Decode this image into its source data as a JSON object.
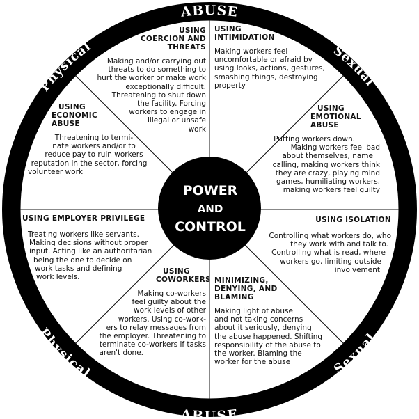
{
  "ring": {
    "top": "ABUSE",
    "bottom": "ABUSE",
    "upper_left": "Physical",
    "lower_left": "Physical",
    "upper_right": "Sexual",
    "lower_right": "Sexual"
  },
  "center": {
    "line1": "POWER",
    "line2": "AND",
    "line3": "CONTROL"
  },
  "segments": {
    "coercion": {
      "title": [
        "USING",
        "COERCION AND",
        "THREATS"
      ],
      "body": [
        "Making and/or carrying out",
        "threats to do something to",
        "hurt the worker or make work",
        "exceptionally difficult.",
        "Threatening to shut down",
        "the facility.  Forcing",
        "workers to engage in",
        "illegal or unsafe",
        "work"
      ]
    },
    "intimidation": {
      "title": [
        "USING",
        "INTIMIDATION"
      ],
      "body": [
        "Making workers feel",
        "uncomfortable or afraid by",
        "using looks, actions, gestures,",
        "smashing things, destroying",
        "property"
      ]
    },
    "economic": {
      "title": [
        "USING",
        "ECONOMIC",
        "ABUSE"
      ],
      "body": [
        "Threatening to termi-",
        "nate workers and/or to",
        "reduce pay to ruin workers",
        "reputation in the sector, forcing",
        "volunteer work"
      ]
    },
    "emotional": {
      "title": [
        "USING",
        "EMOTIONAL",
        "ABUSE"
      ],
      "body": [
        "Putting workers down.",
        "Making workers feel bad",
        "about themselves, name",
        "calling, making workers think",
        "they are crazy, playing mind",
        "games, humiliating workers,",
        "making workers feel guilty"
      ]
    },
    "privilege": {
      "title": [
        "USING EMPLOYER PRIVILEGE"
      ],
      "body": [
        "Treating workers like servants.",
        "Making decisions without proper",
        "input.  Acting like an authoritarian",
        "being the one to decide on",
        "work tasks and defining",
        "work levels."
      ]
    },
    "isolation": {
      "title": [
        "USING ISOLATION"
      ],
      "body": [
        "Controlling what workers do, who",
        "they work with and talk to.",
        "Controlling what is read, where",
        "workers go, limiting outside",
        "involvement"
      ]
    },
    "coworkers": {
      "title": [
        "USING",
        "COWORKERS"
      ],
      "body": [
        "Making co-workers",
        "feel guilty about the",
        "work levels of other",
        "workers.  Using co-work-",
        "ers to relay messages from",
        "the employer.  Threatening to",
        "terminate co-workers if tasks",
        "aren't done."
      ]
    },
    "minimizing": {
      "title": [
        "MINIMIZING,",
        "DENYING, AND",
        "BLAMING"
      ],
      "body": [
        "Making light of abuse",
        "and not taking concerns",
        "about it seriously, denying",
        "the abuse happened. Shifting",
        "responsibility of the abuse to",
        "the worker. Blaming the",
        "worker for the abuse"
      ]
    }
  }
}
